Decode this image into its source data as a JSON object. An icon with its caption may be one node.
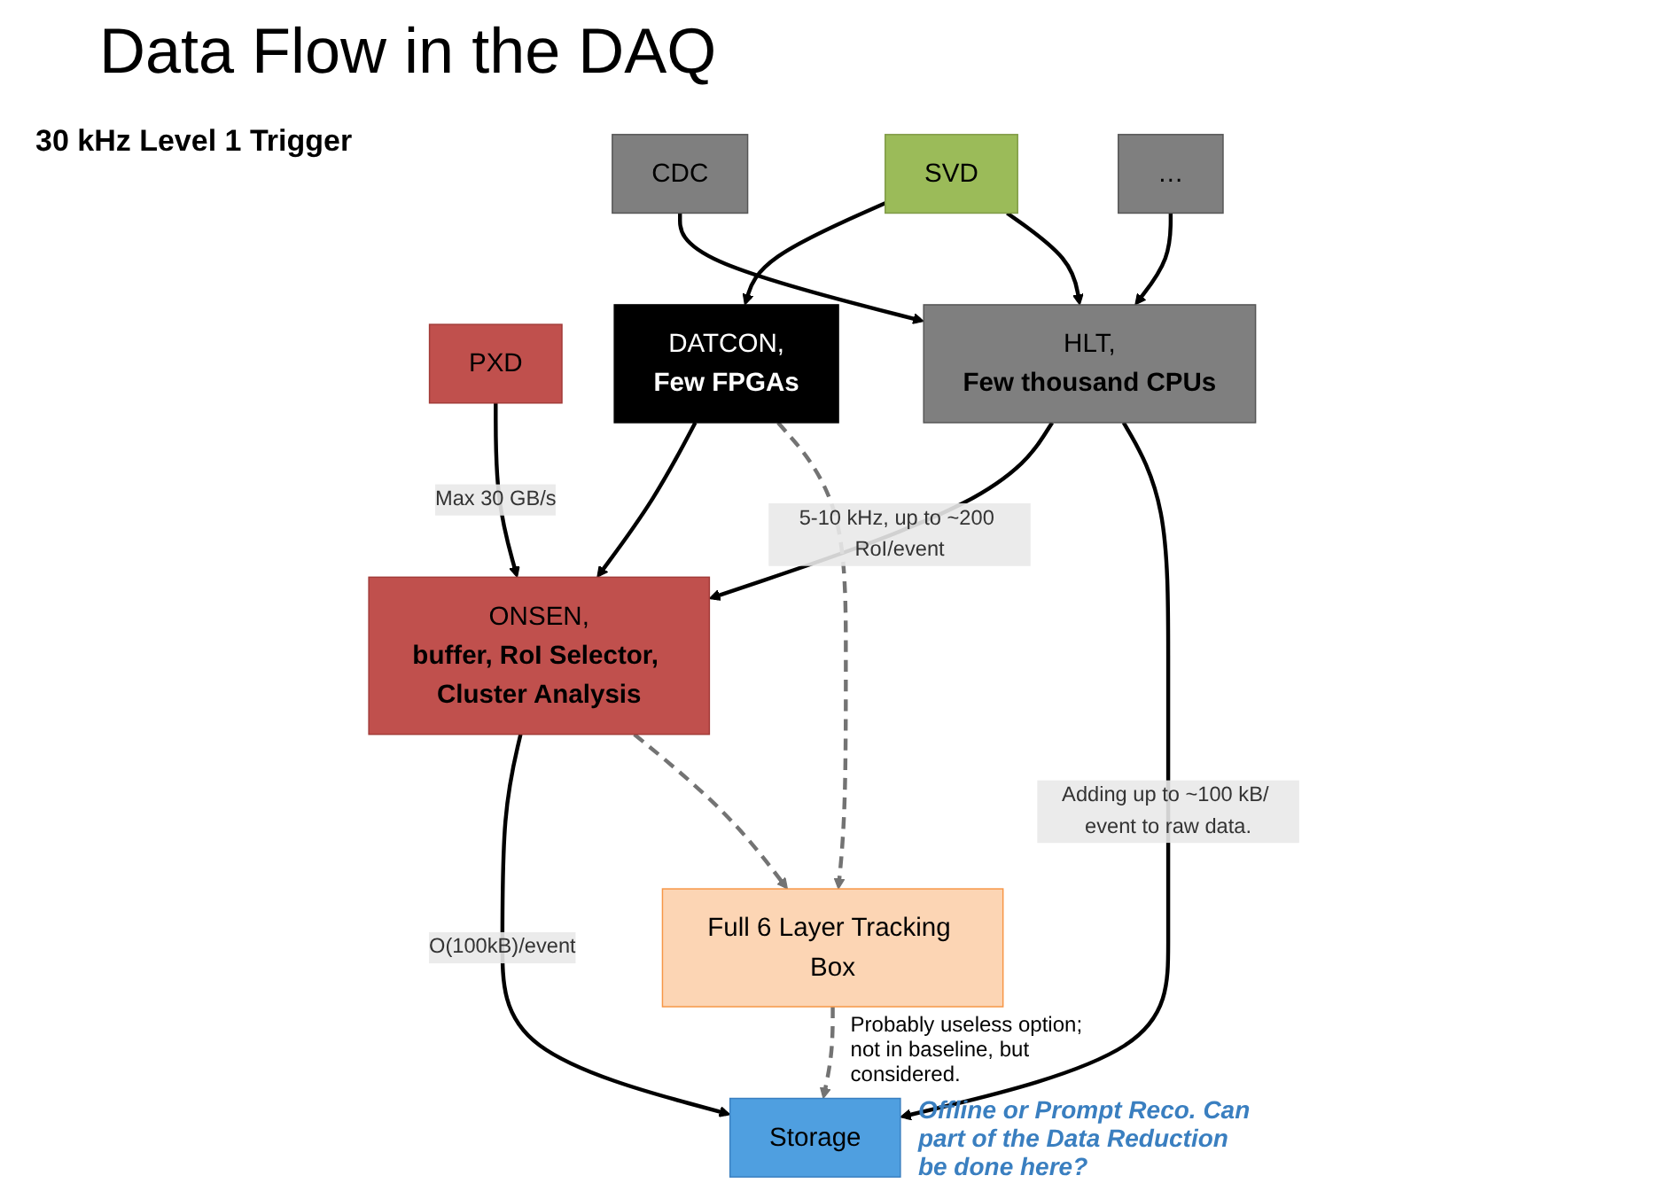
{
  "diagram": {
    "title": "Data Flow in the DAQ",
    "nodes": [
      {
        "text": [
          "PXD"
        ]
      },
      {
        "text": [
          "ONSEN,",
          "buffer, RoI Selector, Cluster Analysis"
        ]
      },
      {
        "text": [
          "Full 6 Layer Tracking Box"
        ],
        "beside": [
          "Probably useless option; not in baseline, but considered."
        ]
      },
      {
        "text": [
          "SVD"
        ]
      },
      {
        "text": [
          "DATCON,",
          "Few FPGAs"
        ]
      },
      {
        "text": [
          "CDC"
        ]
      },
      {
        "text": [
          "…"
        ]
      },
      {
        "text": [
          "HLT,",
          "Few thousand CPUs"
        ]
      },
      {
        "text": [
          "Storage"
        ],
        "beside": [
          "Offline or Prompt Reco. Can part of the Data Reduction be done here?"
        ]
      }
    ],
    "edges": [
      {
        "from": 0,
        "to": 1,
        "arrow": "to",
        "label": "Max 30 GB/s"
      },
      {
        "from": 3,
        "to": 4,
        "arrow": "to"
      },
      {
        "from": 3,
        "to": 7,
        "arrow": "to"
      },
      {
        "from": 5,
        "to": 7,
        "arrow": "to"
      },
      {
        "from": 6,
        "to": 7,
        "arrow": "to"
      },
      {
        "from": 4,
        "to": 1,
        "arrow": "to"
      },
      {
        "from": 7,
        "to": 1,
        "arrow": "to",
        "label": "5-10 kHz, up to ~200 RoI/event"
      },
      {
        "from": 7,
        "to": 8,
        "arrow": "to",
        "label": "Adding up to ~100 kB/ event to raw data."
      },
      {
        "from": 1,
        "to": 8,
        "arrow": "to",
        "label": "O(100kB)/event"
      },
      {
        "from": 1,
        "to": 2,
        "arrow": "to",
        "style": "dashed",
        "color": "#737373"
      },
      {
        "from": 4,
        "to": 2,
        "arrow": "to",
        "style": "dashed",
        "color": "#737373"
      },
      {
        "from": 2,
        "to": 8,
        "arrow": "to",
        "style": "dashed",
        "color": "#737373"
      }
    ],
    "labels": [
      "30 kHz Level 1 Trigger"
    ]
  }
}
